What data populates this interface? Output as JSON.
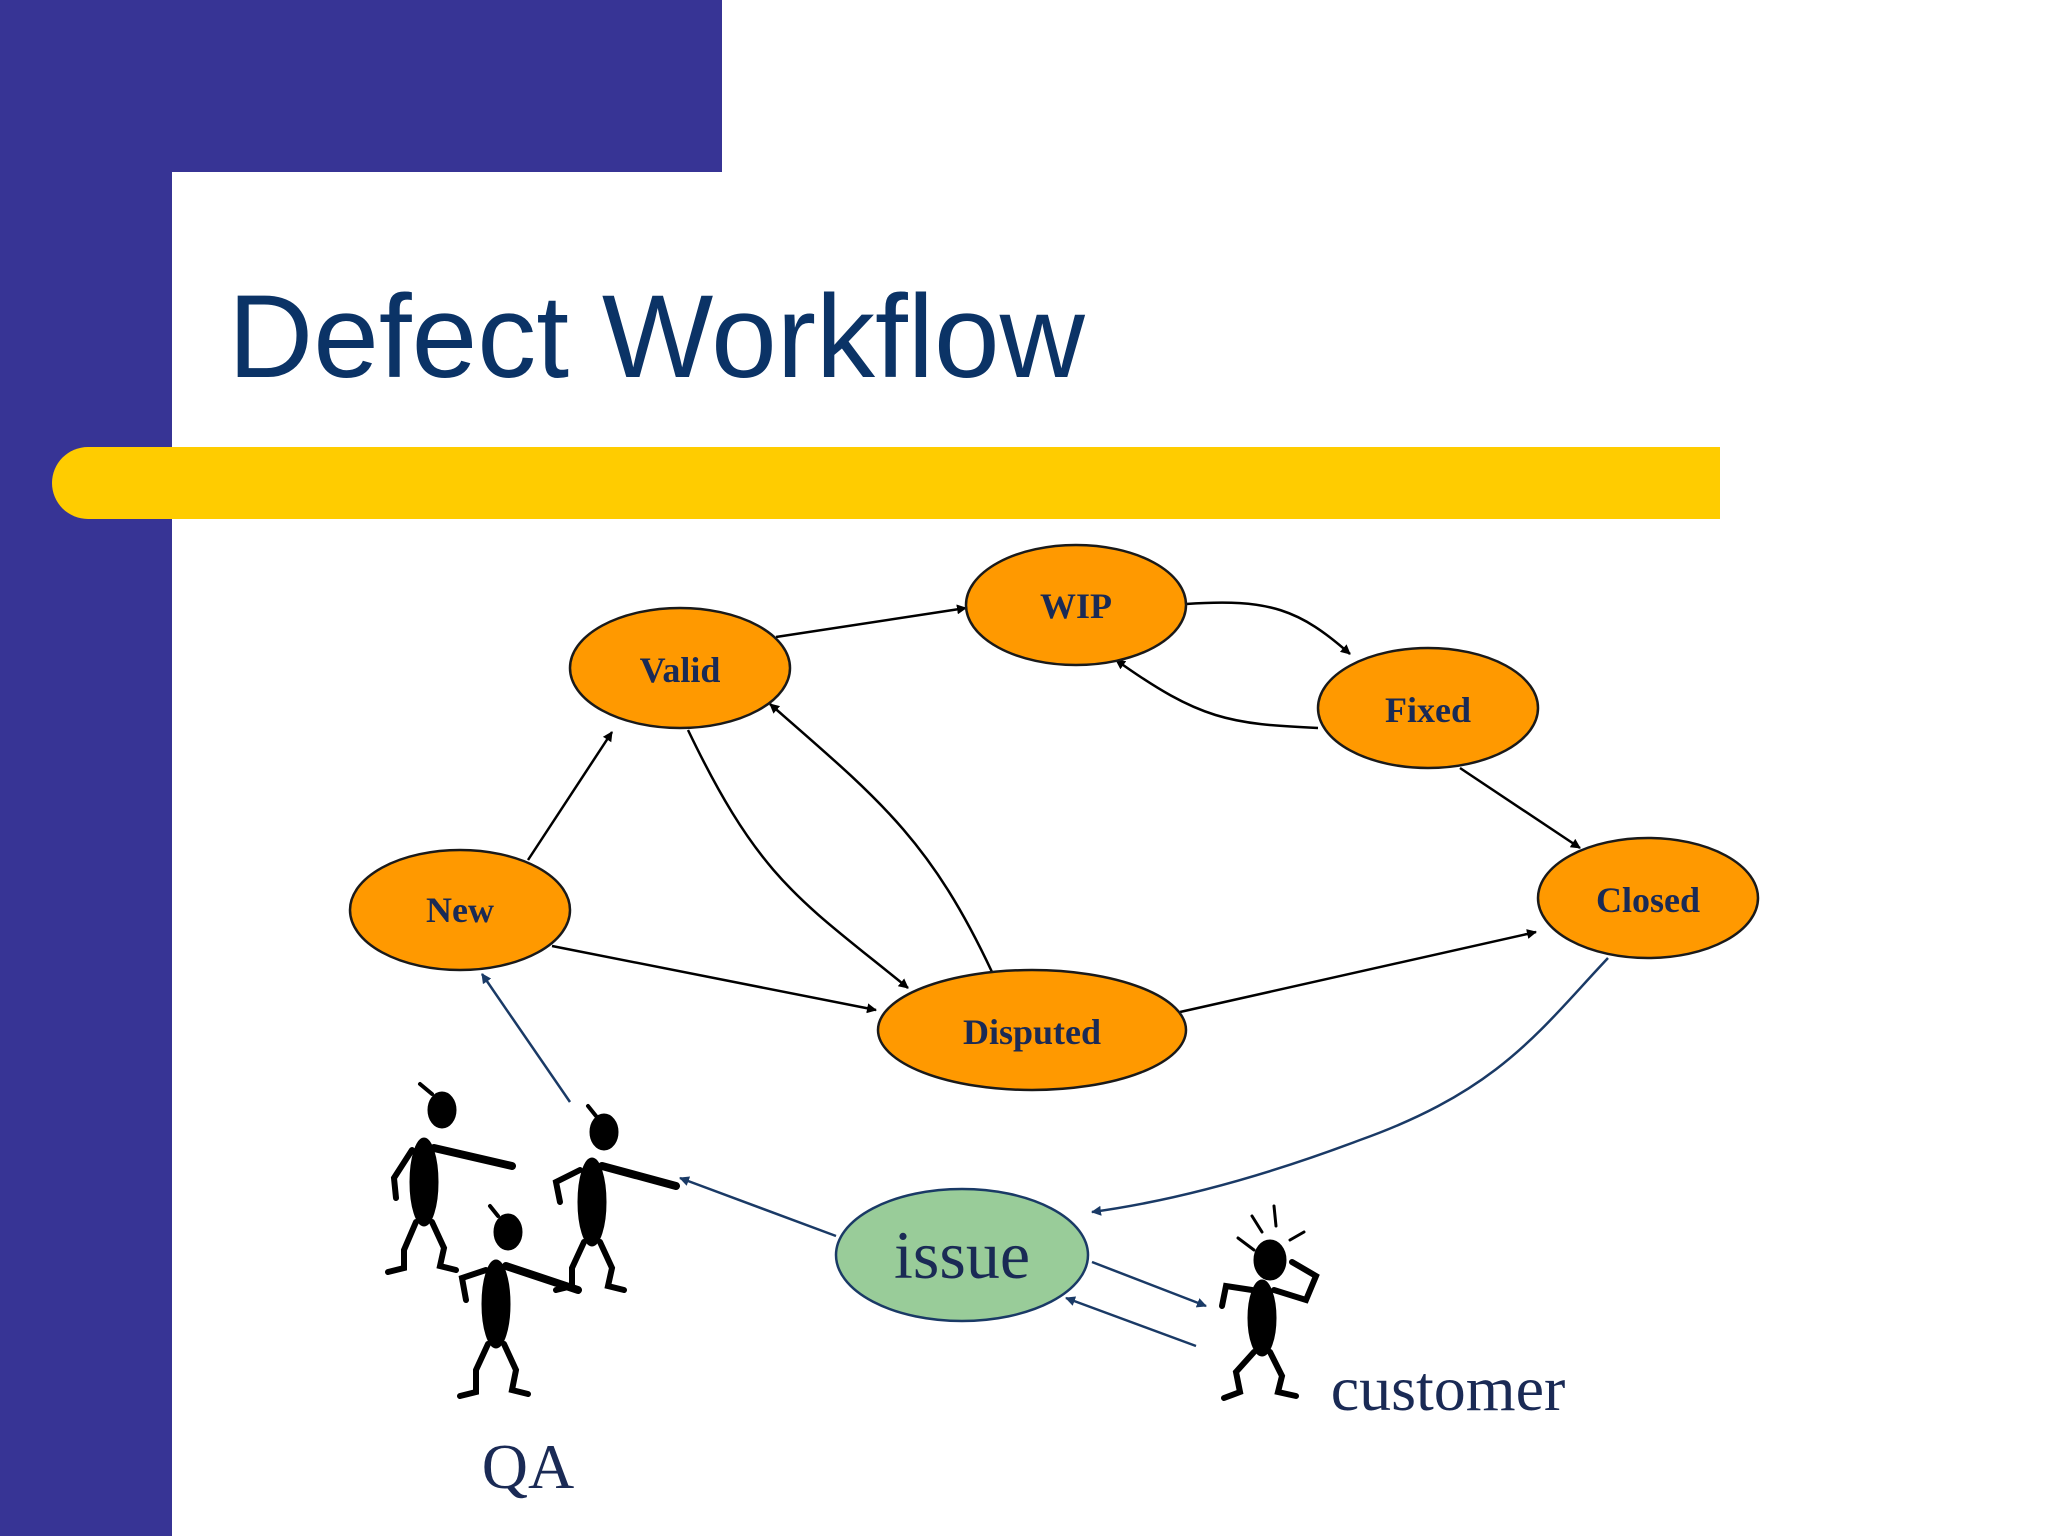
{
  "slide": {
    "title": "Defect Workflow"
  },
  "colors": {
    "sidebar": "#373495",
    "accent_bar": "#ffcc00",
    "state_fill": "#ff9900",
    "issue_fill": "#99cc99",
    "title_text": "#0b3366"
  },
  "diagram": {
    "states": {
      "new": "New",
      "valid": "Valid",
      "wip": "WIP",
      "fixed": "Fixed",
      "closed": "Closed",
      "disputed": "Disputed"
    },
    "issue": "issue",
    "actors": {
      "qa": "QA",
      "customer": "customer"
    }
  }
}
